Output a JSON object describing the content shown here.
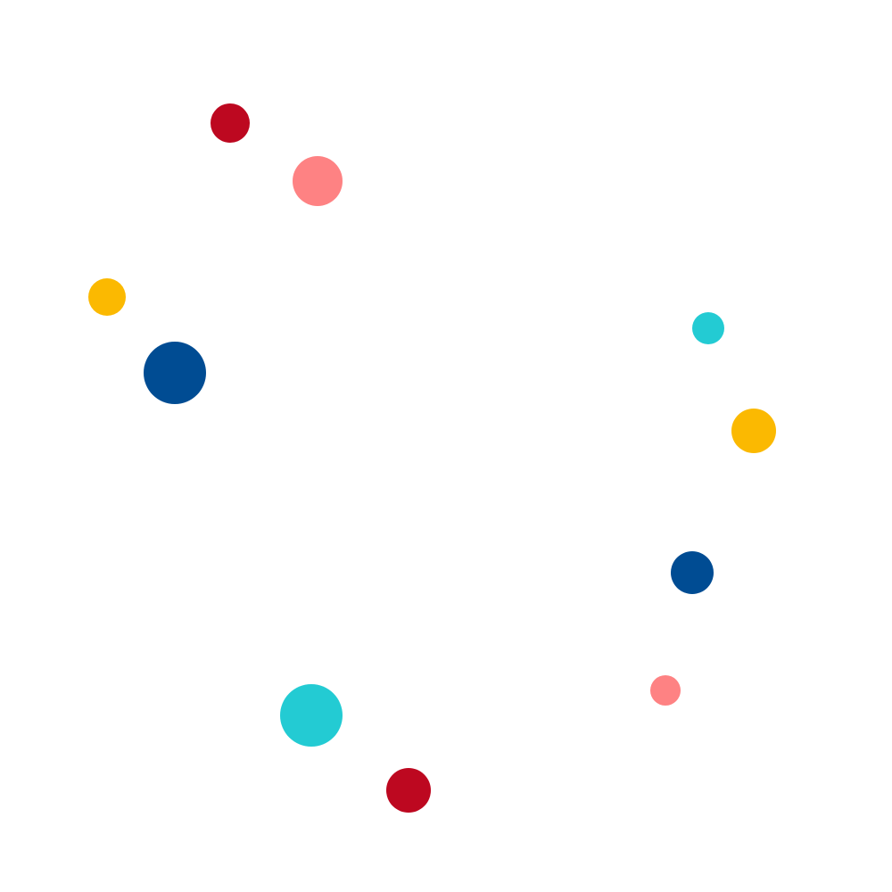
{
  "palette": {
    "red": "#bd0820",
    "salmon": "#fe8283",
    "yellow": "#fbb901",
    "navy": "#004c93",
    "cyan": "#23cbd3"
  },
  "dots": [
    {
      "name": "dot-red-1",
      "color": "red"
    },
    {
      "name": "dot-salmon-1",
      "color": "salmon"
    },
    {
      "name": "dot-yellow-1",
      "color": "yellow"
    },
    {
      "name": "dot-navy-1",
      "color": "navy"
    },
    {
      "name": "dot-cyan-1",
      "color": "cyan"
    },
    {
      "name": "dot-yellow-2",
      "color": "yellow"
    },
    {
      "name": "dot-navy-2",
      "color": "navy"
    },
    {
      "name": "dot-salmon-2",
      "color": "salmon"
    },
    {
      "name": "dot-cyan-2",
      "color": "cyan"
    },
    {
      "name": "dot-red-2",
      "color": "red"
    }
  ]
}
